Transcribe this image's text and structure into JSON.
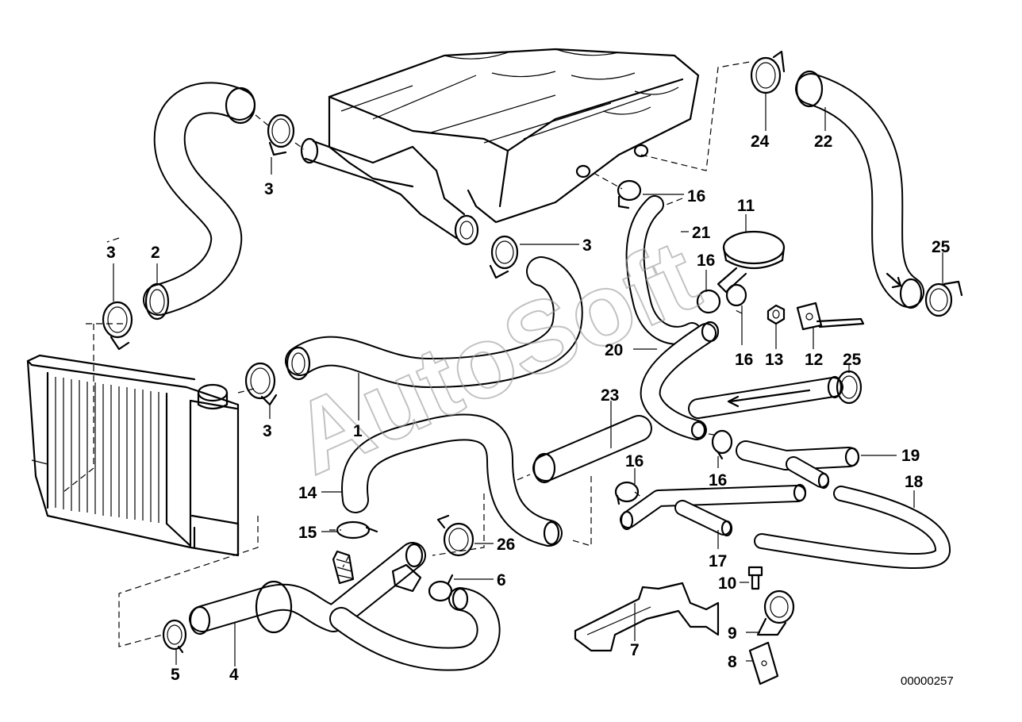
{
  "watermark": "AutoSoft",
  "diagram_code": "00000257",
  "labels": [
    {
      "id": "l3a",
      "text": "3"
    },
    {
      "id": "l2",
      "text": "2"
    },
    {
      "id": "l3b",
      "text": "3"
    },
    {
      "id": "l3c",
      "text": "3"
    },
    {
      "id": "l3d",
      "text": "3"
    },
    {
      "id": "l1",
      "text": "1"
    },
    {
      "id": "l24",
      "text": "24"
    },
    {
      "id": "l22",
      "text": "22"
    },
    {
      "id": "l16a",
      "text": "16"
    },
    {
      "id": "l11",
      "text": "11"
    },
    {
      "id": "l21",
      "text": "21"
    },
    {
      "id": "l16b",
      "text": "16"
    },
    {
      "id": "l16c",
      "text": "16"
    },
    {
      "id": "l13",
      "text": "13"
    },
    {
      "id": "l12",
      "text": "12"
    },
    {
      "id": "l25a",
      "text": "25"
    },
    {
      "id": "l25b",
      "text": "25"
    },
    {
      "id": "l20",
      "text": "20"
    },
    {
      "id": "l23",
      "text": "23"
    },
    {
      "id": "l16d",
      "text": "16"
    },
    {
      "id": "l16e",
      "text": "16"
    },
    {
      "id": "l19",
      "text": "19"
    },
    {
      "id": "l18",
      "text": "18"
    },
    {
      "id": "l14",
      "text": "14"
    },
    {
      "id": "l15",
      "text": "15"
    },
    {
      "id": "l26",
      "text": "26"
    },
    {
      "id": "l6",
      "text": "6"
    },
    {
      "id": "l17",
      "text": "17"
    },
    {
      "id": "l10",
      "text": "10"
    },
    {
      "id": "l9",
      "text": "9"
    },
    {
      "id": "l8",
      "text": "8"
    },
    {
      "id": "l7",
      "text": "7"
    },
    {
      "id": "l5",
      "text": "5"
    },
    {
      "id": "l4",
      "text": "4"
    }
  ]
}
